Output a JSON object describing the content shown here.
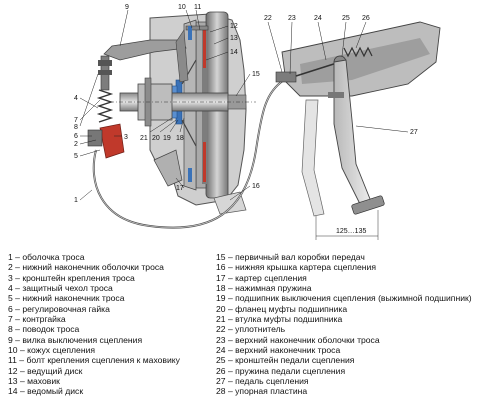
{
  "callouts": [
    "1",
    "2",
    "3",
    "4",
    "5",
    "6",
    "7",
    "8",
    "9",
    "10",
    "11",
    "12",
    "13",
    "14",
    "15",
    "16",
    "17",
    "18",
    "19",
    "20",
    "21",
    "22",
    "23",
    "24",
    "25",
    "26",
    "27"
  ],
  "dimension_label": "125…135",
  "legend_left": [
    "1 – оболочка троса",
    "2 – нижний наконечник оболочки троса",
    "3 – кронштейн крепления троса",
    "4 – защитный чехол троса",
    "5 – нижний наконечник троса",
    "6 – регулировочная гайка",
    "7 – контргайка",
    "8 – поводок троса",
    "9 – вилка выключения сцепления",
    "10 – кожух сцепления",
    "11 – болт крепления сцепления к маховику",
    "12 – ведущий диск",
    "13 – маховик",
    "14 – ведомый диск"
  ],
  "legend_right": [
    "15 – первичный вал коробки передач",
    "16 – нижняя крышка картера сцепления",
    "17 – картер сцепления",
    "18 – нажимная пружина",
    "19 – подшипник выключения сцепления (выжимной подшипник)",
    "20 – фланец муфты подшипника",
    "21 – втулка муфты подшипника",
    "22 – уплотнитель",
    "23 – верхний наконечник оболочки троса",
    "24 – верхний наконечник троса",
    "25 – кронштейн педали сцепления",
    "26 – пружина педали сцепления",
    "27 – педаль сцепления",
    "28 – упорная пластина"
  ],
  "colors": {
    "cable": "#555555",
    "blue": "#3a72b8",
    "red": "#c0392b",
    "metal": "#9a9a9a",
    "dark": "#5a5a5a"
  }
}
